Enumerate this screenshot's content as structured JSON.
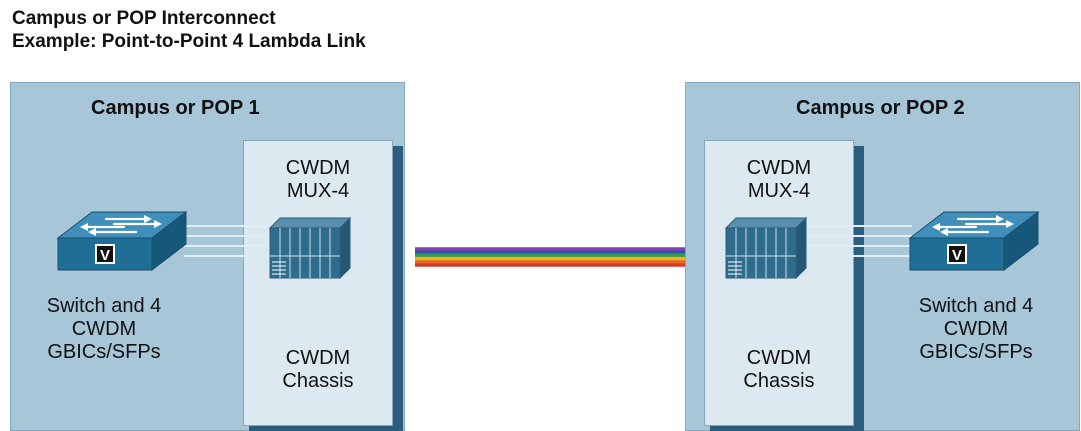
{
  "title": {
    "line1": "Campus or POP Interconnect",
    "line2": "Example: Point-to-Point 4 Lambda Link"
  },
  "sites": [
    {
      "name": "Campus or POP 1",
      "mux": {
        "line1": "CWDM",
        "line2": "MUX-4"
      },
      "chassis": {
        "line1": "CWDM",
        "line2": "Chassis"
      },
      "switch": {
        "line1": "Switch and 4",
        "line2": "CWDM",
        "line3": "GBICs/SFPs",
        "badge": "V"
      }
    },
    {
      "name": "Campus or POP 2",
      "mux": {
        "line1": "CWDM",
        "line2": "MUX-4"
      },
      "chassis": {
        "line1": "CWDM",
        "line2": "Chassis"
      },
      "switch": {
        "line1": "Switch and 4",
        "line2": "CWDM",
        "line3": "GBICs/SFPs",
        "badge": "V"
      }
    }
  ],
  "colors": {
    "site_fill": "#a7c7d9",
    "chassis_fill": "#dde9f0",
    "chassis_shadow": "#2b5d7e",
    "switch_front": "#1f6e95",
    "lambdas": [
      "#8a3fa0",
      "#2f4fb8",
      "#2f9d4a",
      "#f2b21b",
      "#e66b1f",
      "#d23a2c"
    ]
  },
  "icons": [
    "switch-icon",
    "mux-icon",
    "arrow-icon"
  ]
}
